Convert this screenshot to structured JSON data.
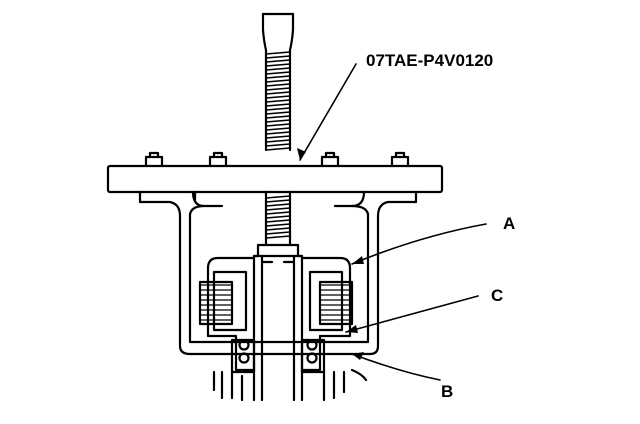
{
  "callouts": {
    "tool_number": "07TAE-P4V0120",
    "a": "A",
    "b": "B",
    "c": "C"
  },
  "colors": {
    "ink": "#000000",
    "paper": "#ffffff"
  }
}
